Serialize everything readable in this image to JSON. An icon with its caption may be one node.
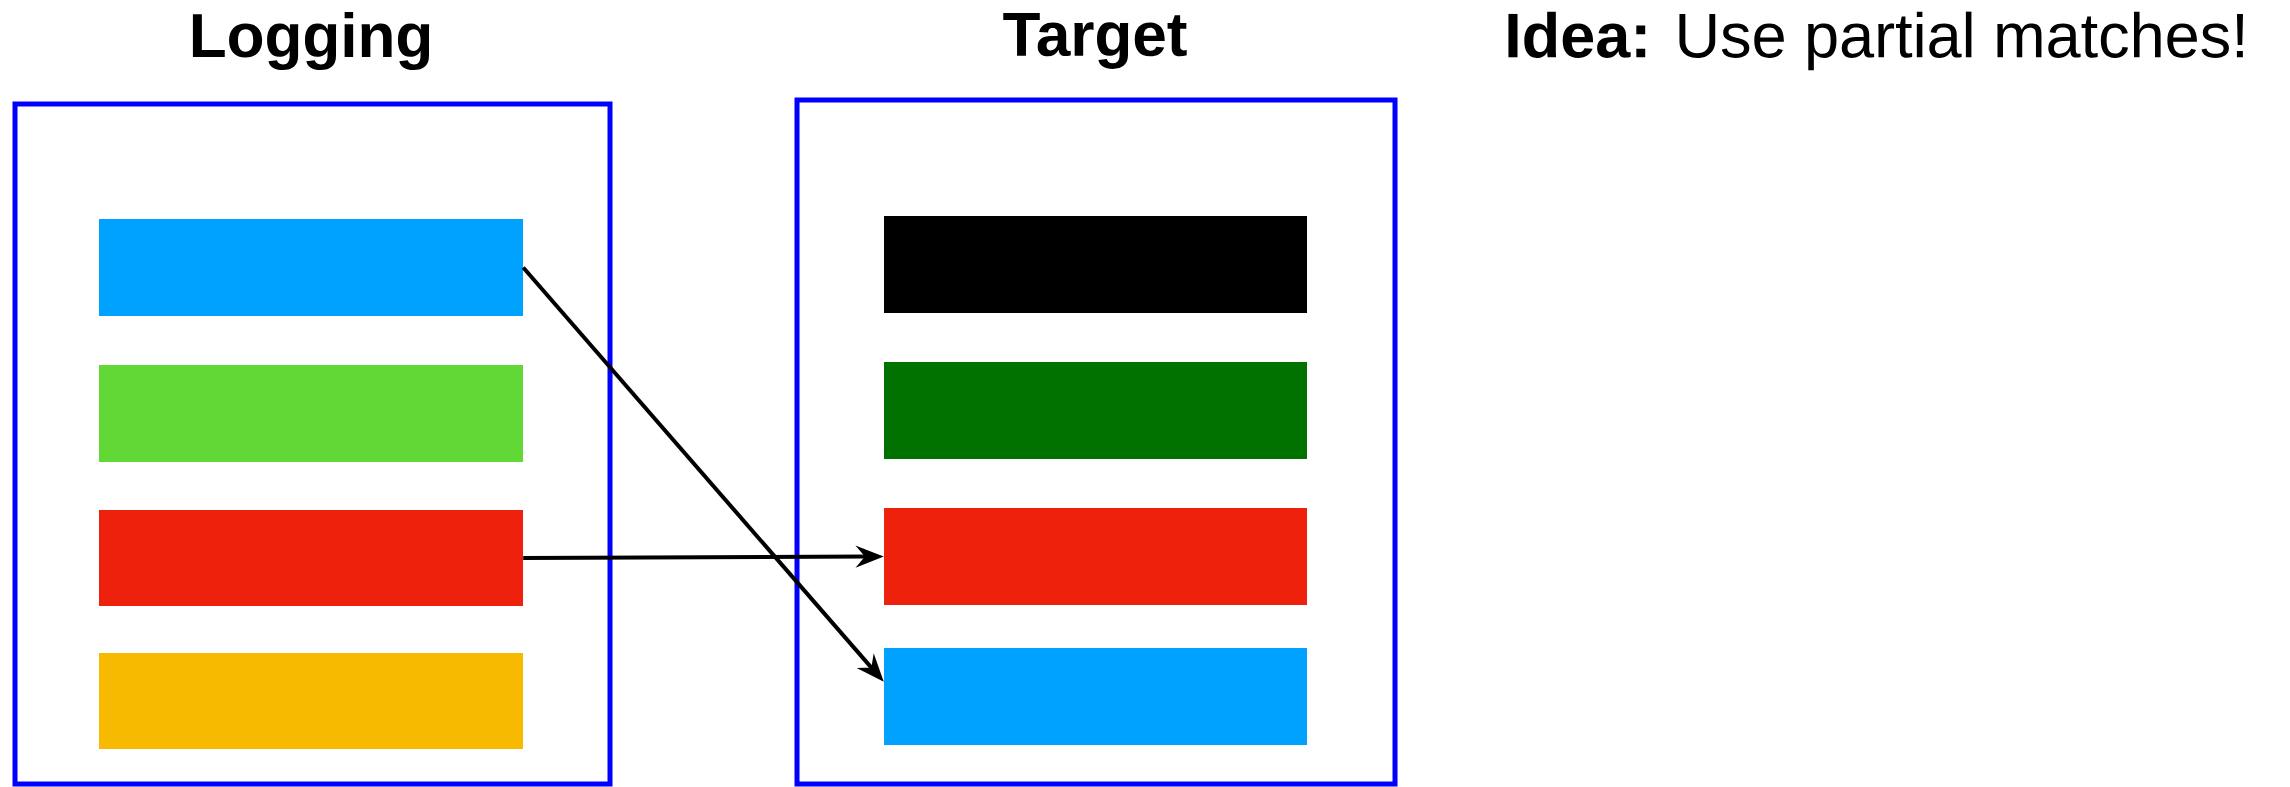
{
  "diagram": {
    "nodes": [
      {
        "text": [
          "Logging"
        ]
      },
      {
        "text": [],
        "shape": "bar",
        "in": 0
      },
      {
        "text": [],
        "shape": "bar",
        "in": 0
      },
      {
        "text": [],
        "shape": "bar",
        "in": 0
      },
      {
        "text": [],
        "shape": "bar",
        "in": 0
      },
      {
        "text": [
          "Target"
        ]
      },
      {
        "text": [],
        "shape": "bar",
        "in": 5
      },
      {
        "text": [],
        "shape": "bar",
        "in": 5
      },
      {
        "text": [],
        "shape": "bar",
        "in": 5
      },
      {
        "text": [],
        "shape": "bar",
        "in": 5
      }
    ],
    "edges": [
      {
        "from": 1,
        "to": 9,
        "arrow": "to"
      },
      {
        "from": 3,
        "to": 8,
        "arrow": "to"
      }
    ],
    "labels": [
      "**Idea:** Use partial matches!"
    ]
  }
}
